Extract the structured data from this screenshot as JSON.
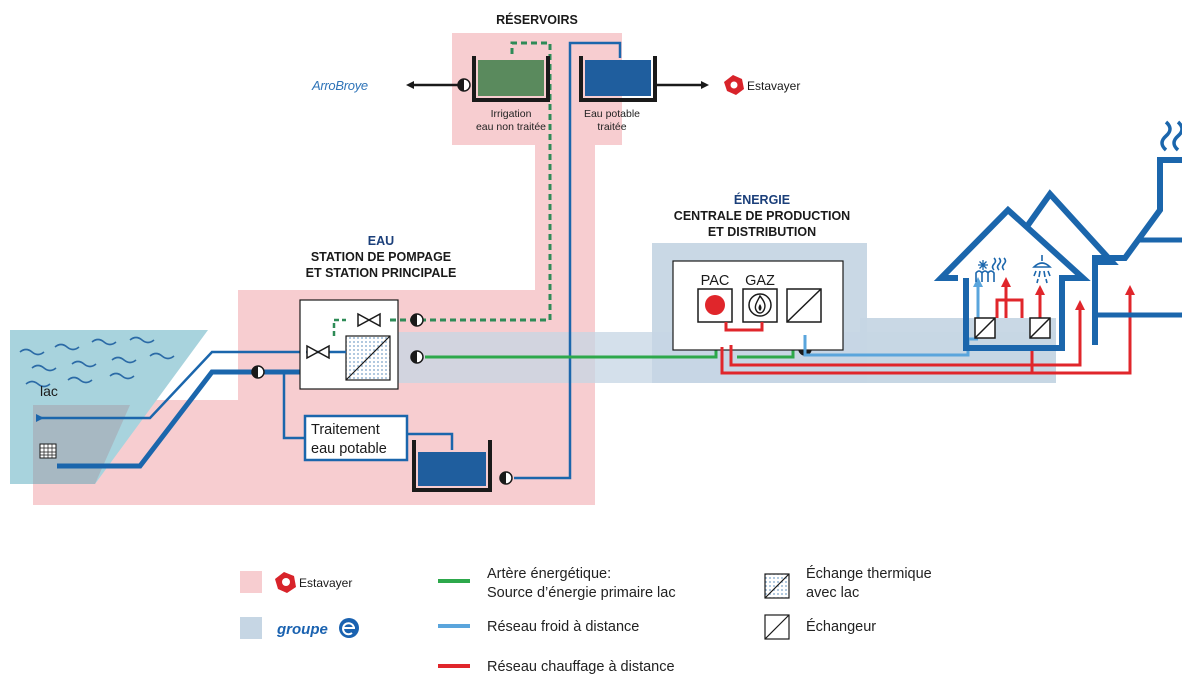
{
  "colors": {
    "estavayer_zone": "#f7cdd0",
    "groupe_e_zone": "#c6d6e4",
    "lake": "#a8d3dd",
    "water_pipe": "#1b66ac",
    "treated_water": "#1f5e9e",
    "raw_water": "#5a8a5d",
    "green": "#2da84b",
    "cold": "#5aa5dc",
    "heat": "#e0262b",
    "navy": "#1b3f7a",
    "brand_blue": "#1a62b0"
  },
  "titles": {
    "reservoirs": "RÉSERVOIRS",
    "eau_heading": "EAU",
    "eau_line1": "STATION DE POMPAGE",
    "eau_line2": "ET STATION PRINCIPALE",
    "energie_heading": "ÉNERGIE",
    "energie_line1": "CENTRALE DE PRODUCTION",
    "energie_line2": "ET DISTRIBUTION"
  },
  "labels": {
    "lac": "lac",
    "irrigation_line1": "Irrigation",
    "irrigation_line2": "eau non traitée",
    "potable_line1": "Eau potable",
    "potable_line2": "traitée",
    "traitement_line1": "Traitement",
    "traitement_line2": "eau potable",
    "pac": "PAC",
    "gaz": "GAZ"
  },
  "logos": {
    "arrobroye": "ArroBroye",
    "estavayer": "Estavayer",
    "groupe_e": "groupe"
  },
  "legend": {
    "zone_estavayer": "Estavayer",
    "zone_groupe_e": "groupe",
    "arteriel_line1": "Artère énergétique:",
    "arteriel_line2": "Source d’énergie primaire lac",
    "froid": "Réseau froid à distance",
    "chauffage": "Réseau chauffage à distance",
    "echange_line1": "Échange thermique",
    "echange_line2": "avec lac",
    "echangeur": "Échangeur"
  },
  "icons": [
    "valve-icon",
    "pump-icon",
    "heat-exchanger-icon",
    "lake-exchanger-icon",
    "flame-icon",
    "snowflake-icon",
    "shower-icon",
    "radiator-icon",
    "house-icon",
    "smoke-icon",
    "filter-grid-icon"
  ]
}
